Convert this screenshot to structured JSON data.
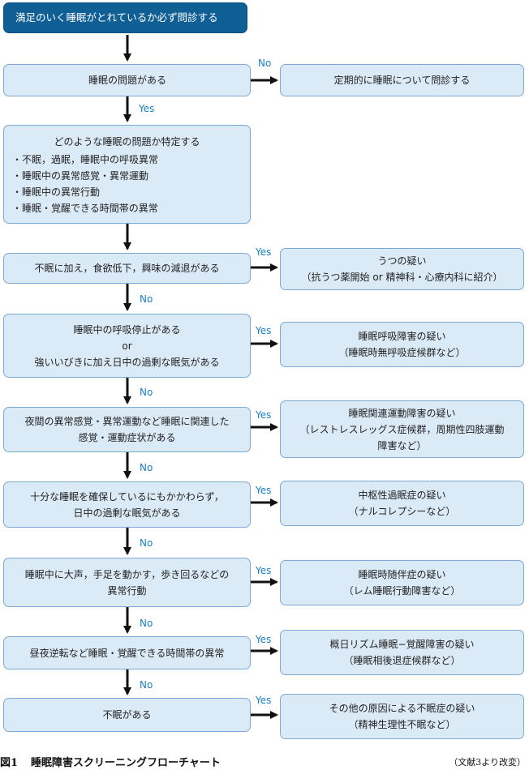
{
  "start": "満足のいく睡眠がとれているか必ず問診する",
  "q1": {
    "text": "睡眠の問題がある",
    "no_label": "No",
    "no_result": "定期的に睡眠について問診する",
    "yes_label": "Yes"
  },
  "q2": {
    "heading": "どのような睡眠の問題か特定する",
    "items": [
      "・不眠，過眠，睡眠中の呼吸異常",
      "・睡眠中の異常感覚・異常運動",
      "・睡眠中の異常行動",
      "・睡眠・覚醒できる時間帯の異常"
    ]
  },
  "steps": [
    {
      "question": [
        "不眠に加え，食欲低下，興味の減退がある"
      ],
      "yes_label": "Yes",
      "result": [
        "うつの疑い",
        "（抗うつ薬開始 or 精神科・心療内科に紹介）"
      ],
      "no_label": "No"
    },
    {
      "question": [
        "睡眠中の呼吸停止がある",
        "or",
        "強いいびきに加え日中の過剰な眠気がある"
      ],
      "yes_label": "Yes",
      "result": [
        "睡眠呼吸障害の疑い",
        "（睡眠時無呼吸症候群など）"
      ],
      "no_label": "No"
    },
    {
      "question": [
        "夜間の異常感覚・異常運動など睡眠に関連した",
        "感覚・運動症状がある"
      ],
      "yes_label": "Yes",
      "result": [
        "睡眠関連運動障害の疑い",
        "（レストレスレッグス症候群，周期性四肢運動",
        "障害など）"
      ],
      "no_label": "No"
    },
    {
      "question": [
        "十分な睡眠を確保しているにもかかわらず，",
        "日中の過剰な眠気がある"
      ],
      "yes_label": "Yes",
      "result": [
        "中枢性過眠症の疑い",
        "（ナルコレプシーなど）"
      ],
      "no_label": "No"
    },
    {
      "question": [
        "睡眠中に大声，手足を動かす，歩き回るなどの",
        "異常行動"
      ],
      "yes_label": "Yes",
      "result": [
        "睡眠時随伴症の疑い",
        "（レム睡眠行動障害など）"
      ],
      "no_label": "No"
    },
    {
      "question": [
        "昼夜逆転など睡眠・覚醒できる時間帯の異常"
      ],
      "yes_label": "Yes",
      "result": [
        "概日リズム睡眠−覚醒障害の疑い",
        "（睡眠相後退症候群など）"
      ],
      "no_label": "No"
    },
    {
      "question": [
        "不眠がある"
      ],
      "yes_label": "Yes",
      "result": [
        "その他の原因による不眠症の疑い",
        "（精神生理性不眠など）"
      ]
    }
  ],
  "caption": {
    "figure_no": "図1",
    "title": "睡眠障害スクリーニングフローチャート",
    "source": "（文献3より改変）"
  }
}
